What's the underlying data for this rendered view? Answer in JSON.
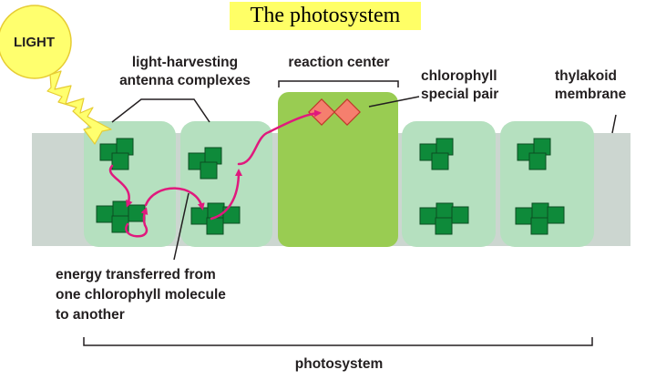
{
  "title": "The photosystem",
  "labels": {
    "light": "LIGHT",
    "antenna_line1": "light-harvesting",
    "antenna_line2": "antenna complexes",
    "reaction_center": "reaction center",
    "special_pair_line1": "chlorophyll",
    "special_pair_line2": "special pair",
    "thylakoid_line1": "thylakoid",
    "thylakoid_line2": "membrane",
    "energy_line1": "energy transferred from",
    "energy_line2": "one chlorophyll molecule",
    "energy_line3": "to another",
    "photosystem": "photosystem"
  },
  "colors": {
    "title_bg": "#ffff66",
    "membrane": "#ccd6d0",
    "complex": "#b5e0bf",
    "reaction_center": "#99cc52",
    "chlorophyll": "#0e8a3a",
    "special_pair": "#f57f6e",
    "energy_arrow": "#e0197d",
    "sun": "#ffff6e",
    "sun_outline": "#e6cc33"
  },
  "icons": [
    "sun-icon",
    "light-ray-icon",
    "chlorophyll-icon",
    "energy-arrow-icon"
  ]
}
